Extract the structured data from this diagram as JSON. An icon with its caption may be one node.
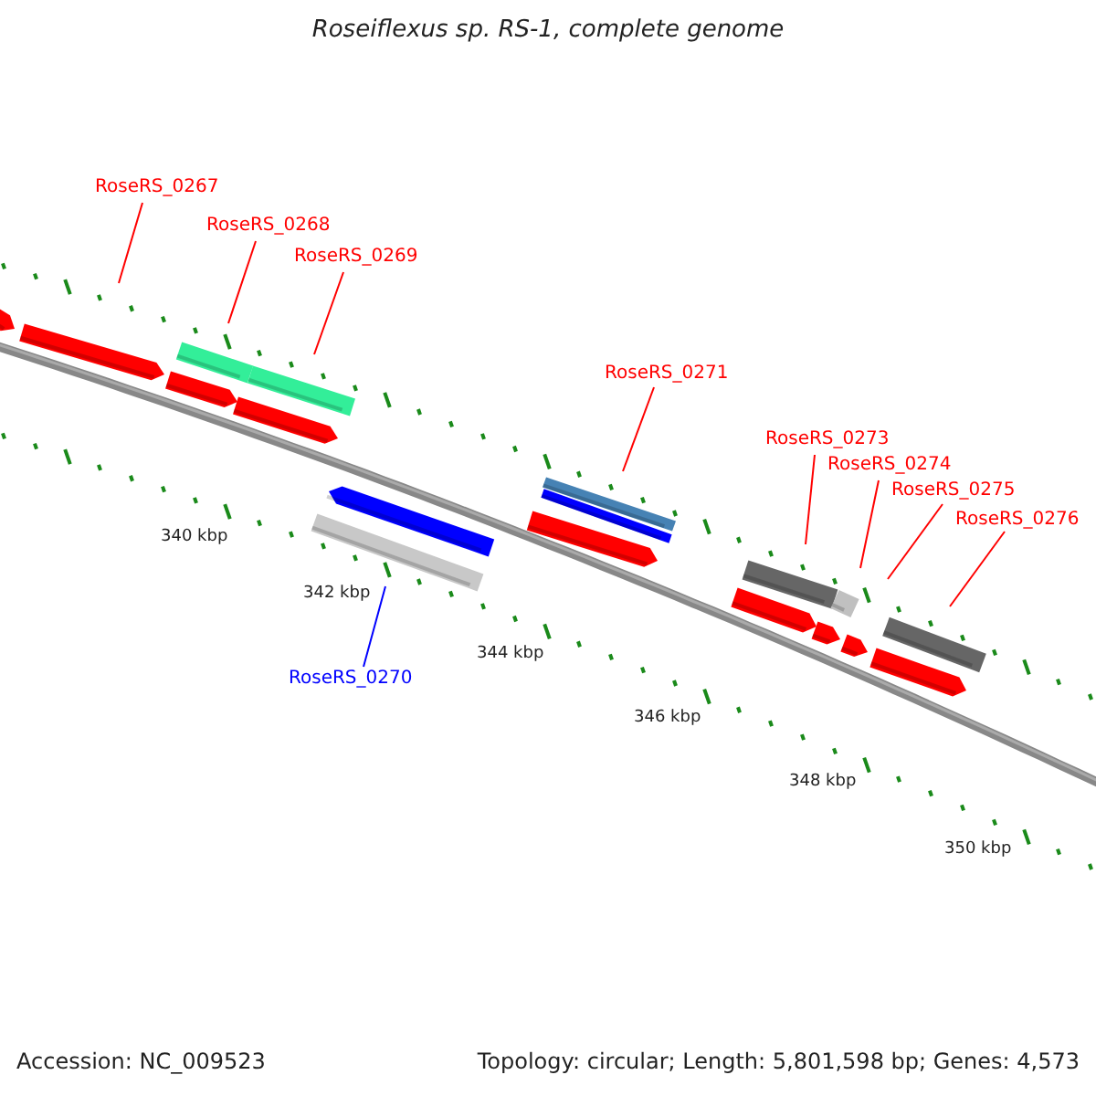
{
  "diagram": {
    "title": "Roseiflexus sp. RS-1, complete genome",
    "nodes": [
      {
        "text": [
          "RoseRS_0267"
        ]
      },
      {
        "text": [
          "RoseRS_0268"
        ]
      },
      {
        "text": [
          "RoseRS_0269"
        ]
      },
      {
        "text": [
          "RoseRS_0270"
        ]
      },
      {
        "text": [
          "RoseRS_0271"
        ]
      },
      {
        "text": [
          "RoseRS_0273"
        ]
      },
      {
        "text": [
          "RoseRS_0274"
        ]
      },
      {
        "text": [
          "RoseRS_0275"
        ]
      },
      {
        "text": [
          "RoseRS_0276"
        ]
      }
    ],
    "edges": [
      {
        "from": 0,
        "to": null,
        "arrow": "none"
      },
      {
        "from": 1,
        "to": null,
        "arrow": "none"
      },
      {
        "from": 2,
        "to": null,
        "arrow": "none"
      },
      {
        "from": 3,
        "to": null,
        "arrow": "none",
        "color": "#0000ff"
      },
      {
        "from": 4,
        "to": null,
        "arrow": "none"
      },
      {
        "from": 5,
        "to": null,
        "arrow": "none"
      },
      {
        "from": 6,
        "to": null,
        "arrow": "none"
      },
      {
        "from": 7,
        "to": null,
        "arrow": "none"
      },
      {
        "from": 8,
        "to": null,
        "arrow": "none"
      }
    ],
    "labels": [
      "340 kbp",
      "342 kbp",
      "344 kbp",
      "346 kbp",
      "348 kbp",
      "350 kbp",
      "Accession: NC_009523",
      "Topology: circular; Length: 5,801,598 bp; Genes: 4,573"
    ]
  }
}
